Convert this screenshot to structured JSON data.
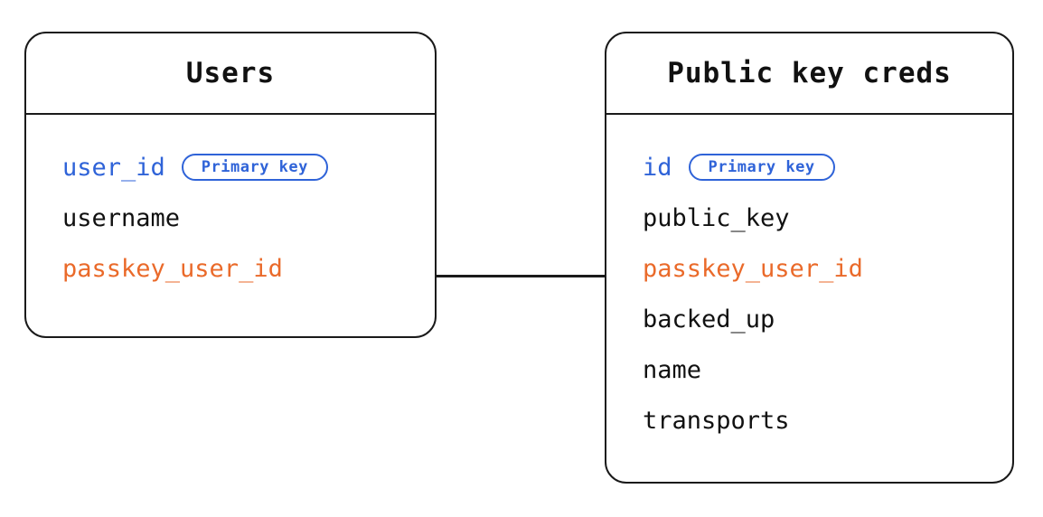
{
  "diagram": {
    "type": "entity-relationship-diagram",
    "background": "#ffffff",
    "colors": {
      "stroke": "#1a1a1a",
      "primary_key": "#2f63d8",
      "foreign_key": "#ea6a2a",
      "text": "#111111"
    }
  },
  "entities": [
    {
      "id": "users",
      "title": "Users",
      "fields": [
        {
          "name": "user_id",
          "role": "primary",
          "badge": "Primary key"
        },
        {
          "name": "username",
          "role": "plain",
          "badge": null
        },
        {
          "name": "passkey_user_id",
          "role": "foreign",
          "badge": null
        }
      ]
    },
    {
      "id": "public_key_creds",
      "title": "Public key creds",
      "fields": [
        {
          "name": "id",
          "role": "primary",
          "badge": "Primary key"
        },
        {
          "name": "public_key",
          "role": "plain",
          "badge": null
        },
        {
          "name": "passkey_user_id",
          "role": "foreign",
          "badge": null
        },
        {
          "name": "backed_up",
          "role": "plain",
          "badge": null
        },
        {
          "name": "name",
          "role": "plain",
          "badge": null
        },
        {
          "name": "transports",
          "role": "plain",
          "badge": null
        }
      ]
    }
  ],
  "relationships": [
    {
      "from": "users.passkey_user_id",
      "to": "public_key_creds.passkey_user_id",
      "style": "straight-line"
    }
  ]
}
